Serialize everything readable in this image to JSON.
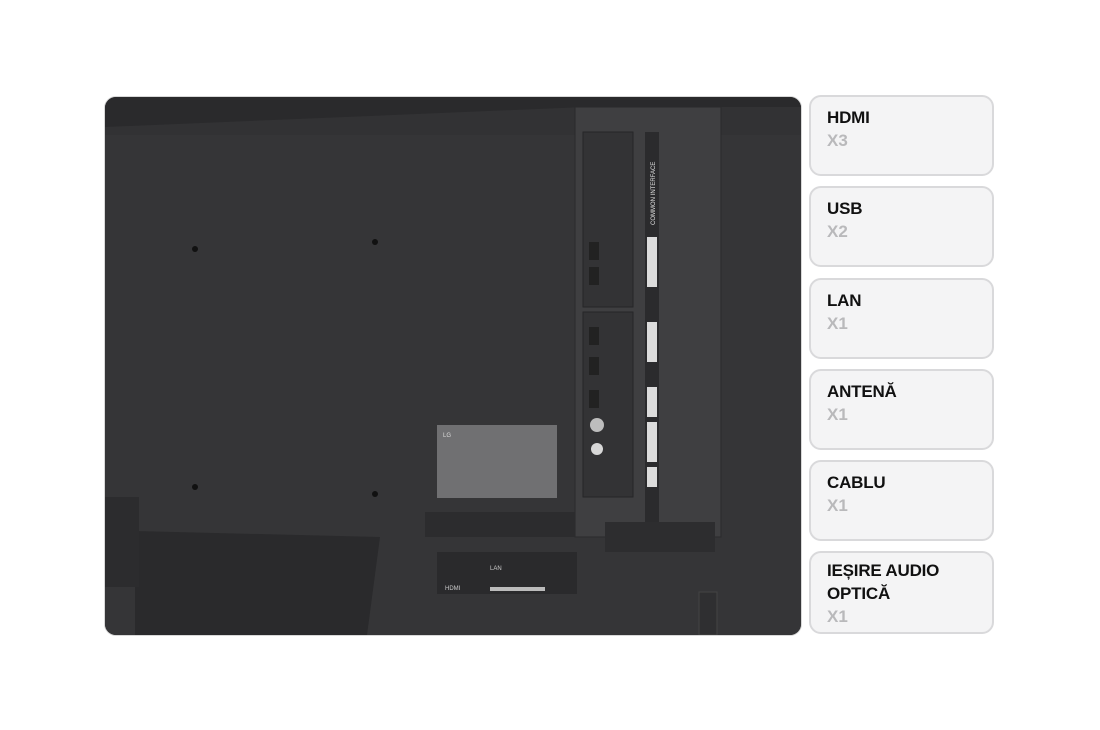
{
  "image": {
    "subject": "tv-rear-panel",
    "brand_logo": "LG",
    "port_labels": [
      "LAN",
      "HDMI",
      "COMMON INTERFACE"
    ]
  },
  "ports": [
    {
      "label": "HDMI",
      "count": "X3"
    },
    {
      "label": "USB",
      "count": "X2"
    },
    {
      "label": "LAN",
      "count": "X1"
    },
    {
      "label": "ANTENĂ",
      "count": "X1"
    },
    {
      "label": "CABLU",
      "count": "X1"
    },
    {
      "label": "IEȘIRE AUDIO OPTICĂ",
      "count": "X1"
    }
  ],
  "colors": {
    "card_bg": "#f4f4f5",
    "card_border": "#d9d9db",
    "count_text": "#b9b9bb",
    "tv_body": "#353537"
  }
}
